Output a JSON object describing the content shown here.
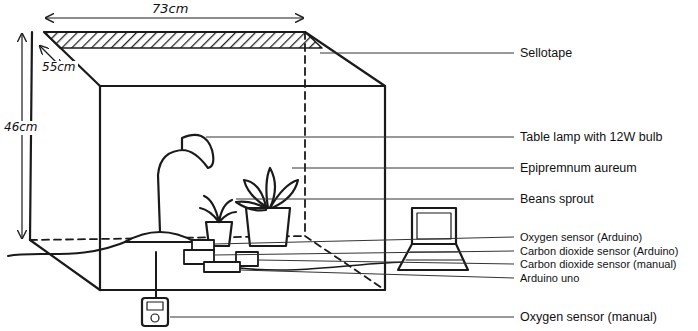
{
  "diagram": {
    "labels": [
      "73cm",
      "55cm",
      "46cm",
      "Sellotape",
      "Table lamp with 12W bulb",
      "Epipremnum aureum",
      "Beans sprout",
      "Oxygen sensor (Arduino)",
      "Carbon dioxide sensor (Arduino)",
      "Carbon dioxide sensor (manual)",
      "Arduino uno",
      "Oxygen sensor (manual)"
    ]
  }
}
